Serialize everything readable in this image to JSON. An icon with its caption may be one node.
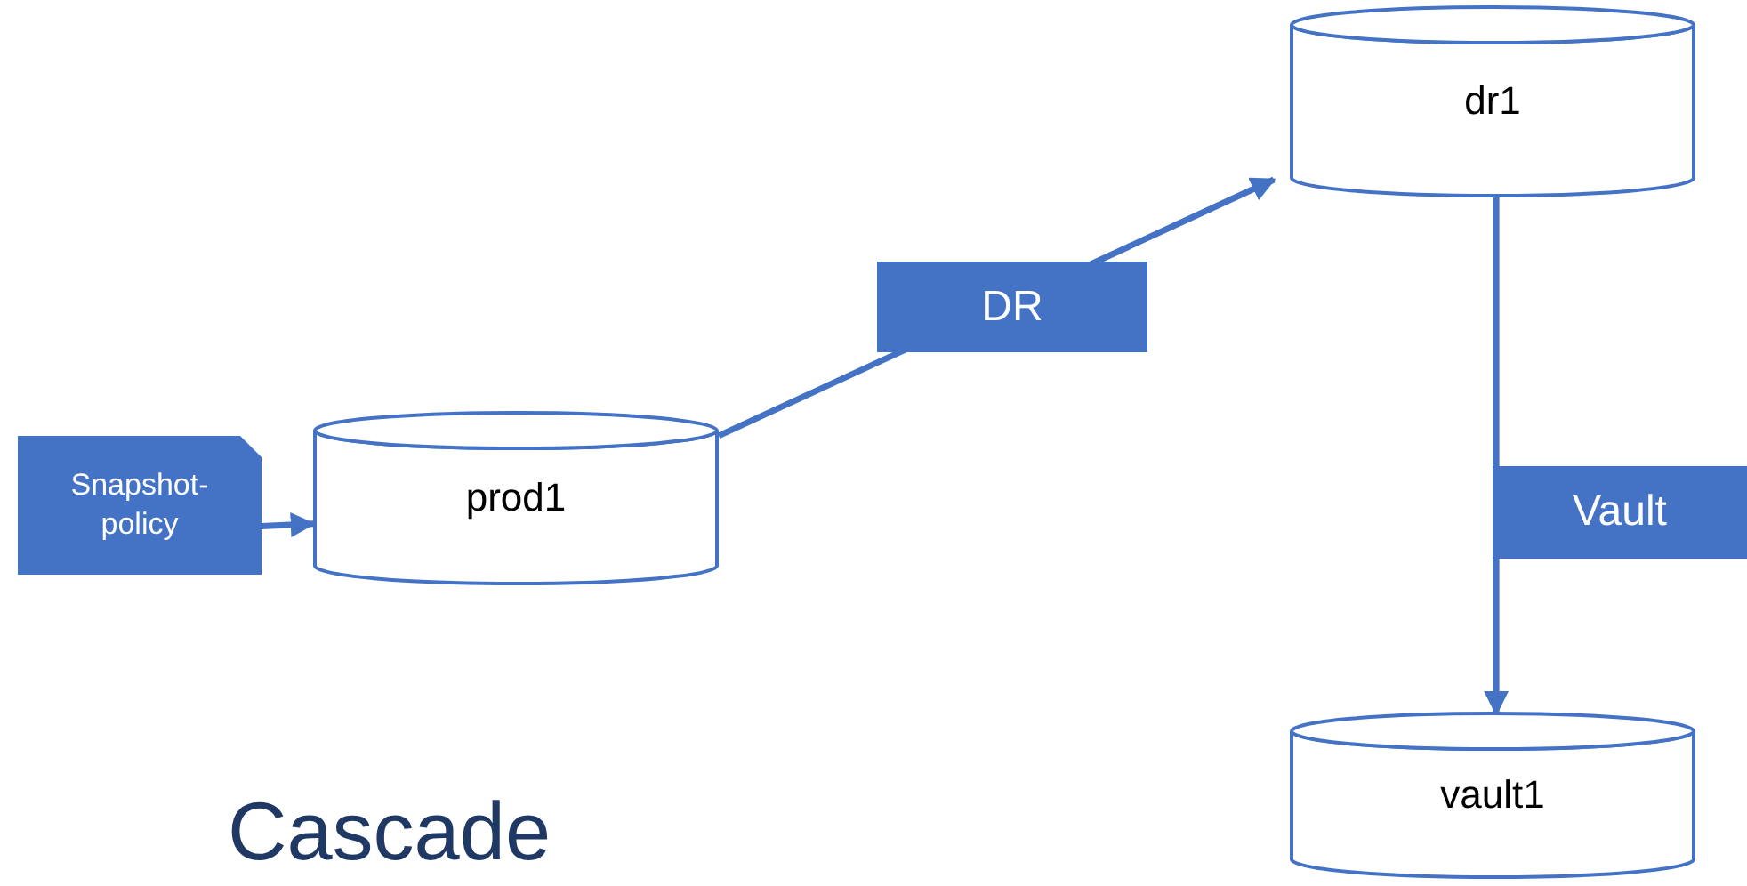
{
  "diagram": {
    "title": "Cascade",
    "nodes": [
      {
        "text": [
          "Snapshot- policy"
        ]
      },
      {
        "text": [
          "prod1"
        ]
      },
      {
        "text": [
          "dr1"
        ]
      },
      {
        "text": [
          "vault1"
        ]
      }
    ],
    "edges": [
      {
        "from": 0,
        "to": 1,
        "arrow": "to"
      },
      {
        "from": 1,
        "to": 2,
        "arrow": "to",
        "label": "DR"
      },
      {
        "from": 2,
        "to": 3,
        "arrow": "to",
        "label": "Vault"
      }
    ]
  }
}
